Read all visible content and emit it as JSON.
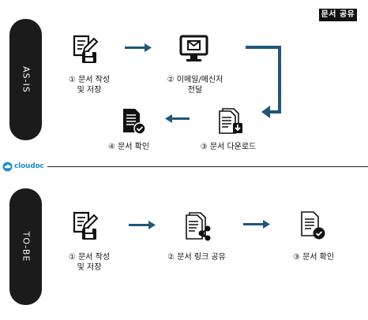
{
  "badge": "문서 공유",
  "as_is": {
    "pill": "AS-IS",
    "steps": {
      "s1": {
        "line1": "① 문서 작성",
        "line2": "및 저장"
      },
      "s2": {
        "line1": "② 이메일/메신저",
        "line2": "전달"
      },
      "s3": {
        "line1": "③ 문서 다운로드"
      },
      "s4": {
        "line1": "④ 문서 확인"
      }
    }
  },
  "logo": "cloudoc",
  "to_be": {
    "pill": "TO-BE",
    "steps": {
      "s1": {
        "line1": "① 문서 작성",
        "line2": "및 저장"
      },
      "s2": {
        "line1": "② 문서 링크 공유"
      },
      "s3": {
        "line1": "③ 문서 확인"
      }
    }
  },
  "colors": {
    "arrow": "#21567a",
    "dark": "#1b1b1b",
    "logo": "#1e8fd1"
  },
  "icons": [
    "edit-document-save-icon",
    "computer-mail-icon",
    "document-download-icon",
    "document-check-icon",
    "document-share-icon"
  ]
}
